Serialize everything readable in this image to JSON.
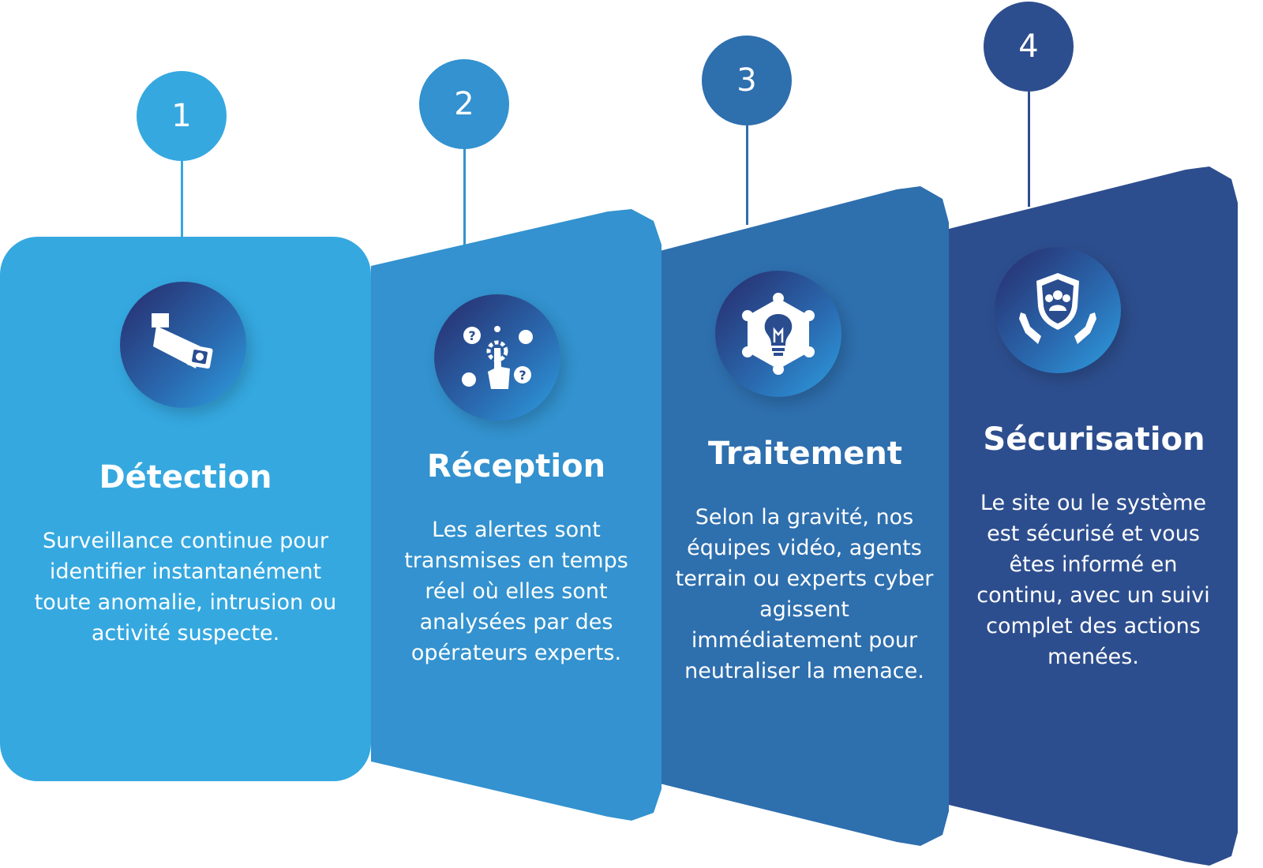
{
  "steps": [
    {
      "number": "1",
      "title": "Détection",
      "description": "Surveillance continue pour identifier instantanément toute anomalie, intrusion ou activité suspecte.",
      "icon": "security-camera-icon",
      "color": "#35a8e0"
    },
    {
      "number": "2",
      "title": "Réception",
      "description": "Les alertes sont transmises en temps réel où elles sont analysées par des opérateurs experts.",
      "icon": "alert-analysis-icon",
      "color": "#3392cf"
    },
    {
      "number": "3",
      "title": "Traitement",
      "description": "Selon la gravité, nos équipes vidéo, agents terrain ou experts cyber agissent immédiatement pour neutraliser la menace.",
      "icon": "lightbulb-network-icon",
      "color": "#2e6fae"
    },
    {
      "number": "4",
      "title": "Sécurisation",
      "description": "Le site ou le système est sécurisé et vous êtes informé en continu, avec un suivi complet des actions menées.",
      "icon": "shield-hands-icon",
      "color": "#2d4e8e"
    }
  ],
  "icon_gradient": [
    "#2a2e6e",
    "#2d9ee0"
  ]
}
